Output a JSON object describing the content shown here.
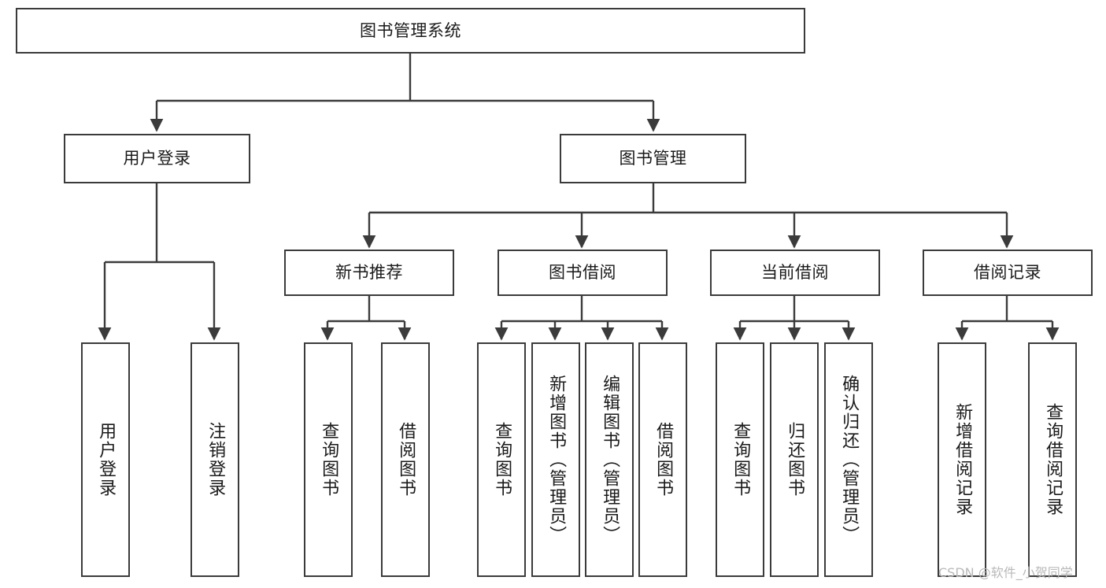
{
  "diagram": {
    "title": "图书管理系统",
    "type": "tree-hierarchy",
    "orientation": "top-down",
    "line_color": "#3b3b3b",
    "box_fill": "#ffffff",
    "text_color": "#1a1a1a",
    "watermark": "CSDN @软件_小贺同学"
  },
  "root": {
    "label": "图书管理系统"
  },
  "level1": [
    {
      "label": "用户登录"
    },
    {
      "label": "图书管理"
    }
  ],
  "level2": [
    {
      "label": "新书推荐"
    },
    {
      "label": "图书借阅"
    },
    {
      "label": "当前借阅"
    },
    {
      "label": "借阅记录"
    }
  ],
  "leaves": {
    "user_login": [
      {
        "label": "用户登录"
      },
      {
        "label": "注销登录"
      }
    ],
    "new_book_recommend": [
      {
        "label": "查询图书"
      },
      {
        "label": "借阅图书"
      }
    ],
    "book_borrow": [
      {
        "label": "查询图书"
      },
      {
        "label": "新增图书（管理员）"
      },
      {
        "label": "编辑图书（管理员）"
      },
      {
        "label": "借阅图书"
      }
    ],
    "current_borrow": [
      {
        "label": "查询图书"
      },
      {
        "label": "归还图书"
      },
      {
        "label": "确认归还（管理员）"
      }
    ],
    "borrow_record": [
      {
        "label": "新增借阅记录"
      },
      {
        "label": "查询借阅记录"
      }
    ]
  }
}
